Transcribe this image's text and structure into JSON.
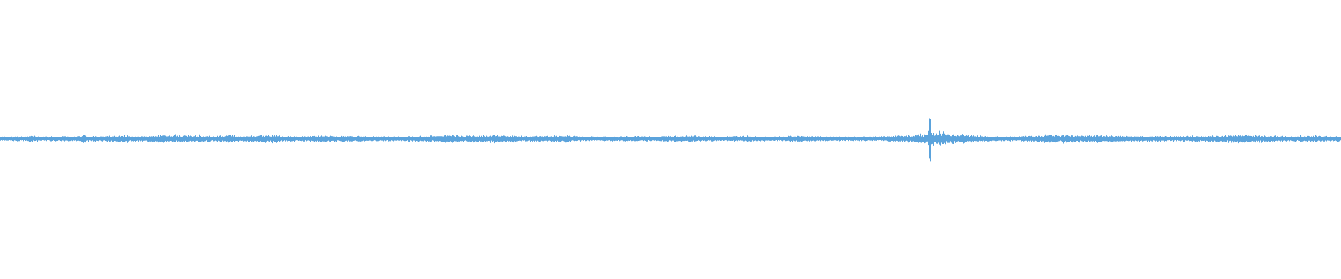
{
  "waveform": {
    "color": "#5ba3dc",
    "background": "#ffffff",
    "description_free": true,
    "envelope": [
      [
        0.0,
        0.06
      ],
      [
        0.02,
        0.1
      ],
      [
        0.024,
        0.2
      ],
      [
        0.03,
        0.08
      ],
      [
        0.06,
        0.13
      ],
      [
        0.062,
        0.42
      ],
      [
        0.066,
        0.1
      ],
      [
        0.075,
        0.16
      ],
      [
        0.085,
        0.2
      ],
      [
        0.095,
        0.24
      ],
      [
        0.105,
        0.12
      ],
      [
        0.118,
        0.24
      ],
      [
        0.12,
        0.34
      ],
      [
        0.125,
        0.18
      ],
      [
        0.133,
        0.28
      ],
      [
        0.14,
        0.22
      ],
      [
        0.15,
        0.2
      ],
      [
        0.16,
        0.12
      ],
      [
        0.172,
        0.34
      ],
      [
        0.176,
        0.14
      ],
      [
        0.185,
        0.16
      ],
      [
        0.195,
        0.22
      ],
      [
        0.205,
        0.3
      ],
      [
        0.21,
        0.14
      ],
      [
        0.225,
        0.1
      ],
      [
        0.238,
        0.22
      ],
      [
        0.245,
        0.16
      ],
      [
        0.26,
        0.18
      ],
      [
        0.28,
        0.12
      ],
      [
        0.3,
        0.1
      ],
      [
        0.31,
        0.16
      ],
      [
        0.322,
        0.18
      ],
      [
        0.33,
        0.24
      ],
      [
        0.338,
        0.34
      ],
      [
        0.345,
        0.22
      ],
      [
        0.355,
        0.24
      ],
      [
        0.365,
        0.3
      ],
      [
        0.375,
        0.24
      ],
      [
        0.385,
        0.18
      ],
      [
        0.395,
        0.12
      ],
      [
        0.41,
        0.16
      ],
      [
        0.42,
        0.28
      ],
      [
        0.43,
        0.12
      ],
      [
        0.445,
        0.08
      ],
      [
        0.46,
        0.1
      ],
      [
        0.475,
        0.14
      ],
      [
        0.49,
        0.08
      ],
      [
        0.5,
        0.18
      ],
      [
        0.515,
        0.22
      ],
      [
        0.525,
        0.12
      ],
      [
        0.54,
        0.08
      ],
      [
        0.555,
        0.18
      ],
      [
        0.565,
        0.1
      ],
      [
        0.58,
        0.08
      ],
      [
        0.595,
        0.2
      ],
      [
        0.605,
        0.1
      ],
      [
        0.62,
        0.08
      ],
      [
        0.64,
        0.06
      ],
      [
        0.66,
        0.1
      ],
      [
        0.672,
        0.22
      ],
      [
        0.68,
        0.3
      ],
      [
        0.69,
        0.42
      ],
      [
        0.693,
        1.0
      ],
      [
        0.697,
        0.55
      ],
      [
        0.703,
        0.75
      ],
      [
        0.708,
        0.4
      ],
      [
        0.72,
        0.46
      ],
      [
        0.725,
        0.22
      ],
      [
        0.74,
        0.12
      ],
      [
        0.76,
        0.1
      ],
      [
        0.77,
        0.2
      ],
      [
        0.78,
        0.28
      ],
      [
        0.79,
        0.3
      ],
      [
        0.795,
        0.4
      ],
      [
        0.8,
        0.24
      ],
      [
        0.82,
        0.28
      ],
      [
        0.83,
        0.18
      ],
      [
        0.85,
        0.14
      ],
      [
        0.87,
        0.12
      ],
      [
        0.89,
        0.16
      ],
      [
        0.91,
        0.2
      ],
      [
        0.928,
        0.34
      ],
      [
        0.935,
        0.18
      ],
      [
        0.945,
        0.2
      ],
      [
        0.96,
        0.14
      ],
      [
        0.975,
        0.2
      ],
      [
        0.985,
        0.16
      ],
      [
        1.0,
        0.12
      ]
    ]
  }
}
